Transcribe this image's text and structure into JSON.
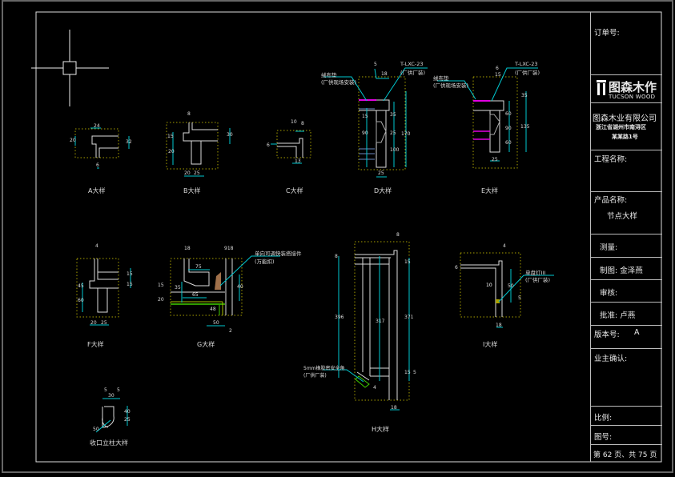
{
  "drawing": {
    "title_block": {
      "order_no_label": "订单号:",
      "logo": {
        "cn": "图森木作",
        "en": "TUCSON WOOD"
      },
      "company": "图森木业有限公司",
      "address_line1": "浙江省湖州市南浔区",
      "address_line2": "某某路1号",
      "project_name_label": "工程名称:",
      "product_name_label": "产品名称:",
      "product_name_value": "节点大样",
      "survey_label": "测量:",
      "drawn_by": "制图: 金泽燕",
      "review_label": "审核:",
      "approved_by": "批准: 卢燕",
      "version_label": "版本号:",
      "version_value": "A",
      "owner_confirm_label": "业主确认:",
      "scale_label": "比例:",
      "drawing_no_label": "图号:",
      "page_info": "第 62 页、共 75 页"
    },
    "details": [
      {
        "id": "A",
        "caption": "A大样",
        "dims": [
          "24",
          "20",
          "32",
          "6"
        ]
      },
      {
        "id": "B",
        "caption": "B大样",
        "dims": [
          "8",
          "15",
          "20",
          "30",
          "20",
          "25"
        ]
      },
      {
        "id": "C",
        "caption": "C大样",
        "dims": [
          "10",
          "8",
          "6",
          "13"
        ]
      },
      {
        "id": "D",
        "caption": "D大样",
        "dims": [
          "5",
          "18",
          "15",
          "35",
          "90",
          "25",
          "100",
          "170",
          "25"
        ],
        "notes": [
          "绒布垫",
          "(厂供现场安装)",
          "T-LXC-23",
          "(厂供厂装)"
        ]
      },
      {
        "id": "E",
        "caption": "E大样",
        "dims": [
          "6",
          "15",
          "35",
          "60",
          "90",
          "60",
          "135",
          "25"
        ],
        "notes": [
          "绒布垫",
          "(厂供现场安装)",
          "T-LXC-23",
          "(厂供厂装)"
        ]
      },
      {
        "id": "F",
        "caption": "F大样",
        "dims": [
          "4",
          "15",
          "15",
          "45",
          "20",
          "25",
          "60"
        ]
      },
      {
        "id": "G",
        "caption": "G大样",
        "dims": [
          "18",
          "918",
          "75",
          "15",
          "20",
          "35",
          "65",
          "40",
          "48",
          "50",
          "2"
        ],
        "notes": [
          "单向可调快装搭接件",
          "(万能扣)"
        ]
      },
      {
        "id": "H",
        "caption": "H大样",
        "dims": [
          "8",
          "8",
          "396",
          "317",
          "371",
          "15",
          "15",
          "5",
          "4",
          "18"
        ],
        "notes": [
          "5mm橡胶密安全角",
          "(厂供厂装)"
        ]
      },
      {
        "id": "I",
        "caption": "I大样",
        "dims": [
          "4",
          "6",
          "10",
          "50",
          "5",
          "18"
        ],
        "notes": [
          "单盘灯III",
          "(厂供厂装)"
        ]
      },
      {
        "id": "J",
        "caption": "收口立柱大样",
        "dims": [
          "5",
          "30",
          "5",
          "40",
          "25",
          "50"
        ]
      }
    ],
    "colors": {
      "background": "#000000",
      "line": "#e6e6e6",
      "dimension": "#00c8d0",
      "boundary": "#a8a000",
      "pad": "#e000e0",
      "green": "#40d000",
      "wood": "#a0704a"
    }
  }
}
